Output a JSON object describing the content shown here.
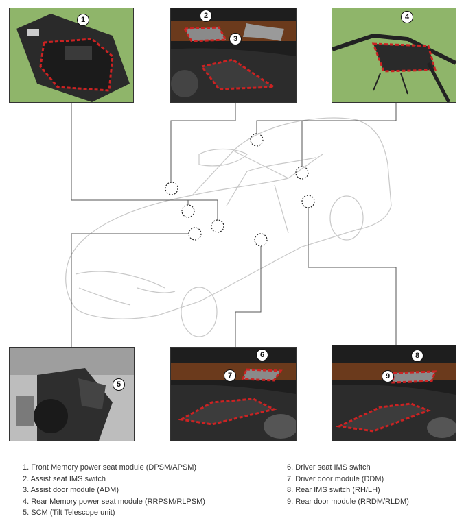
{
  "callouts": {
    "c1": "1",
    "c2": "2",
    "c3": "3",
    "c4": "4",
    "c5": "5",
    "c6": "6",
    "c7": "7",
    "c8": "8",
    "c9": "9"
  },
  "legend": {
    "left": [
      "1. Front Memory power seat module (DPSM/APSM)",
      "2. Assist seat IMS switch",
      "3. Assist door module (ADM)",
      "4. Rear Memory power seat module (RRPSM/RLPSM)",
      "5. SCM (Tilt Telescope unit)"
    ],
    "right": [
      "6. Driver seat IMS switch",
      "7. Driver door module (DDM)",
      "8. Rear IMS switch (RH/LH)",
      "9. Rear door module (RRDM/RLDM)"
    ]
  },
  "colors": {
    "photo_green": "#8fb56a",
    "wood": "#6b3a1c",
    "dash_red": "#cc2222",
    "line_gray": "#555555"
  }
}
